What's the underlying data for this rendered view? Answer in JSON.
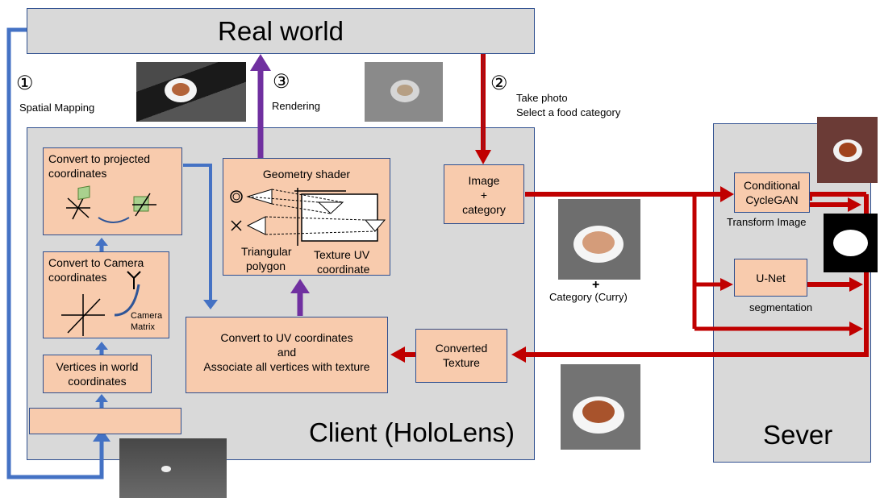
{
  "real_world": "Real world",
  "client_title": "Client (HoloLens)",
  "server_title": "Sever",
  "steps": {
    "s1_num": "①",
    "s1_label": "Spatial Mapping",
    "s2_num": "②",
    "s2_label_1": "Take photo",
    "s2_label_2": "Select a food category",
    "s3_num": "③",
    "s3_label": "Rendering"
  },
  "client_boxes": {
    "projected_1": "Convert to projected",
    "projected_2": "coordinates",
    "camera_1": "Convert to Camera",
    "camera_2": "coordinates",
    "camera_matrix_1": "Camera",
    "camera_matrix_2": "Matrix",
    "vertices_1": "Vertices in world",
    "vertices_2": "coordinates",
    "empty": "",
    "geometry_title": "Geometry shader",
    "triangular_1": "Triangular",
    "triangular_2": "polygon",
    "texuv_1": "Texture UV",
    "texuv_2": "coordinate",
    "image_1": "Image",
    "image_2": "+",
    "image_3": "category",
    "uv_1": "Convert to UV coordinates",
    "uv_2": "and",
    "uv_3": "Associate all vertices with texture",
    "converted_1": "Converted",
    "converted_2": "Texture"
  },
  "server_boxes": {
    "gan_1": "Conditional",
    "gan_2": "CycleGAN",
    "gan_caption": "Transform Image",
    "unet": "U-Net",
    "unet_caption": "segmentation"
  },
  "middle": {
    "plus": "+",
    "category": "Category (Curry)"
  },
  "colors": {
    "blue_arrow": "#4472c4",
    "red_arrow": "#c00000",
    "purple_arrow": "#7030a0",
    "box_fill": "#f8cbad",
    "panel_fill": "#d9d9d9",
    "border": "#2f4f8f"
  }
}
